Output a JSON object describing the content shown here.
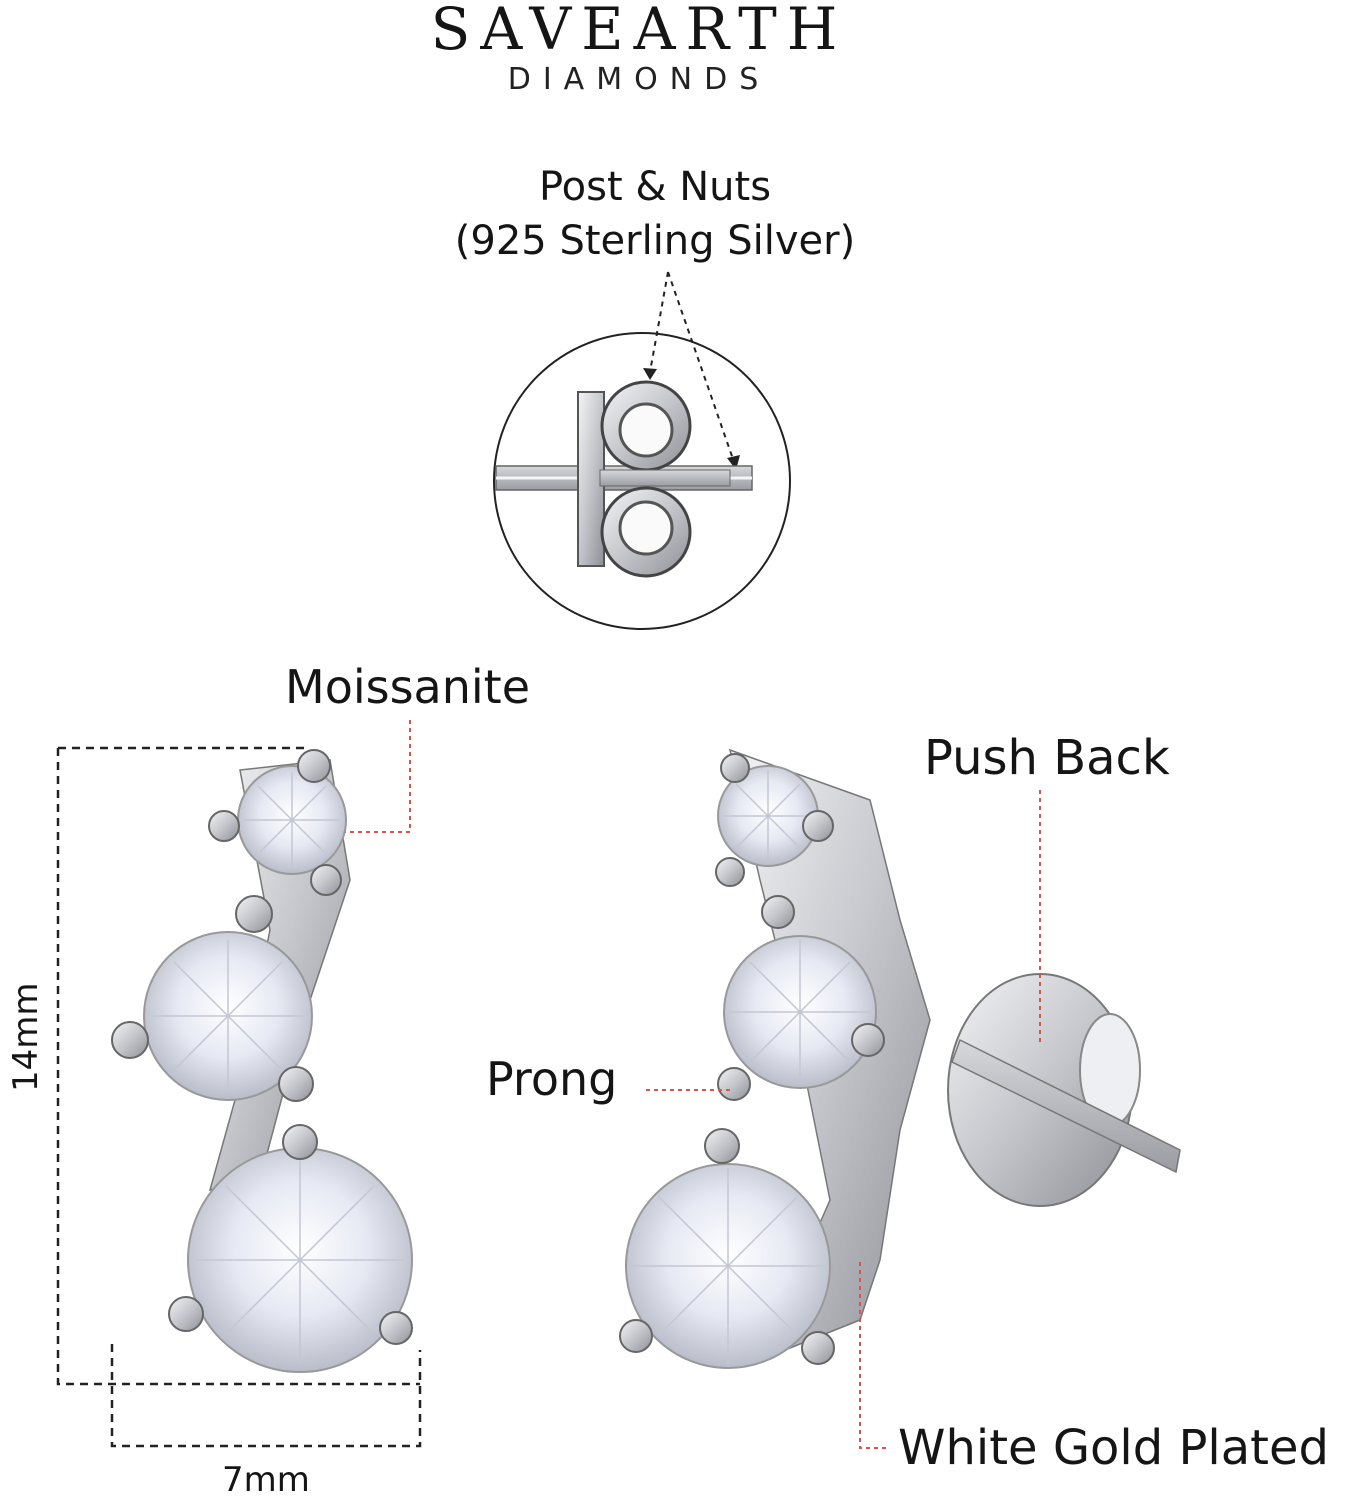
{
  "brand": {
    "name": "SAVEARTH",
    "tagline": "DIAMONDS"
  },
  "labels": {
    "post_line1": "Post & Nuts",
    "post_line2": "(925 Sterling Silver)",
    "moissanite": "Moissanite",
    "push_back": "Push Back",
    "prong": "Prong",
    "white_gold_plated": "White Gold Plated",
    "height": "14mm",
    "width": "7mm"
  },
  "colors": {
    "leader_red": "#d9534f",
    "dash_black": "#222222",
    "metal": "#c9cbcf",
    "stone": "#e9ecf4"
  }
}
